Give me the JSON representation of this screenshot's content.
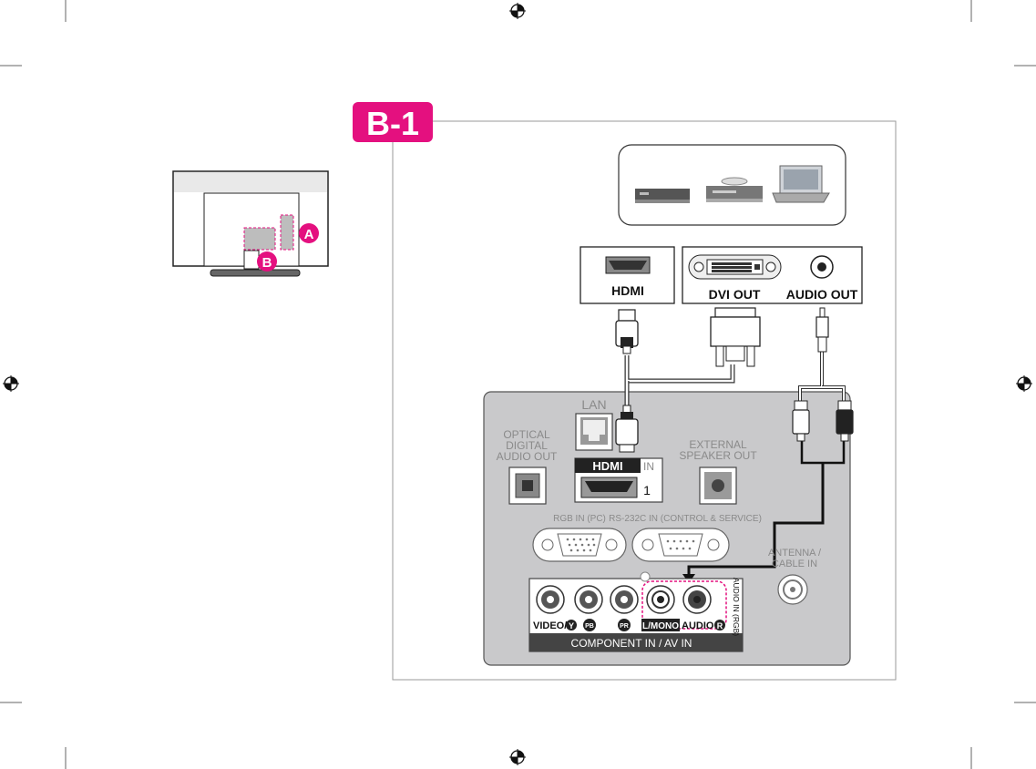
{
  "diagram": {
    "section_label": "B-1",
    "tv_callouts": {
      "a": "A",
      "b": "B"
    },
    "sources": {
      "hdmi": "HDMI",
      "dvi_out": "DVI OUT",
      "audio_out": "AUDIO OUT"
    },
    "panel": {
      "lan": "LAN",
      "optical": [
        "OPTICAL",
        "DIGITAL",
        "AUDIO OUT"
      ],
      "hdmi_logo": "HDMI",
      "hdmi_in": "IN",
      "hdmi_port_number": "1",
      "external_speaker": [
        "EXTERNAL",
        "SPEAKER OUT"
      ],
      "rgb_in": "RGB IN (PC)",
      "rs232c": "RS-232C IN (CONTROL & SERVICE)",
      "antenna": [
        "ANTENNA /",
        "CABLE IN"
      ],
      "audio_in_rgb": "AUDIO IN (RGB)",
      "jack_video": "VIDEO/",
      "jack_y": "Y",
      "jack_pb": "PB",
      "jack_pr": "PR",
      "jack_lmono": "L/MONO",
      "jack_audio": "AUDIO",
      "jack_r": "R",
      "component_title": "COMPONENT IN / AV IN"
    }
  },
  "colors": {
    "accent_magenta": "#e4107f",
    "panel_gray": "#c9c9cb",
    "label_gray": "#8a8a8a"
  }
}
